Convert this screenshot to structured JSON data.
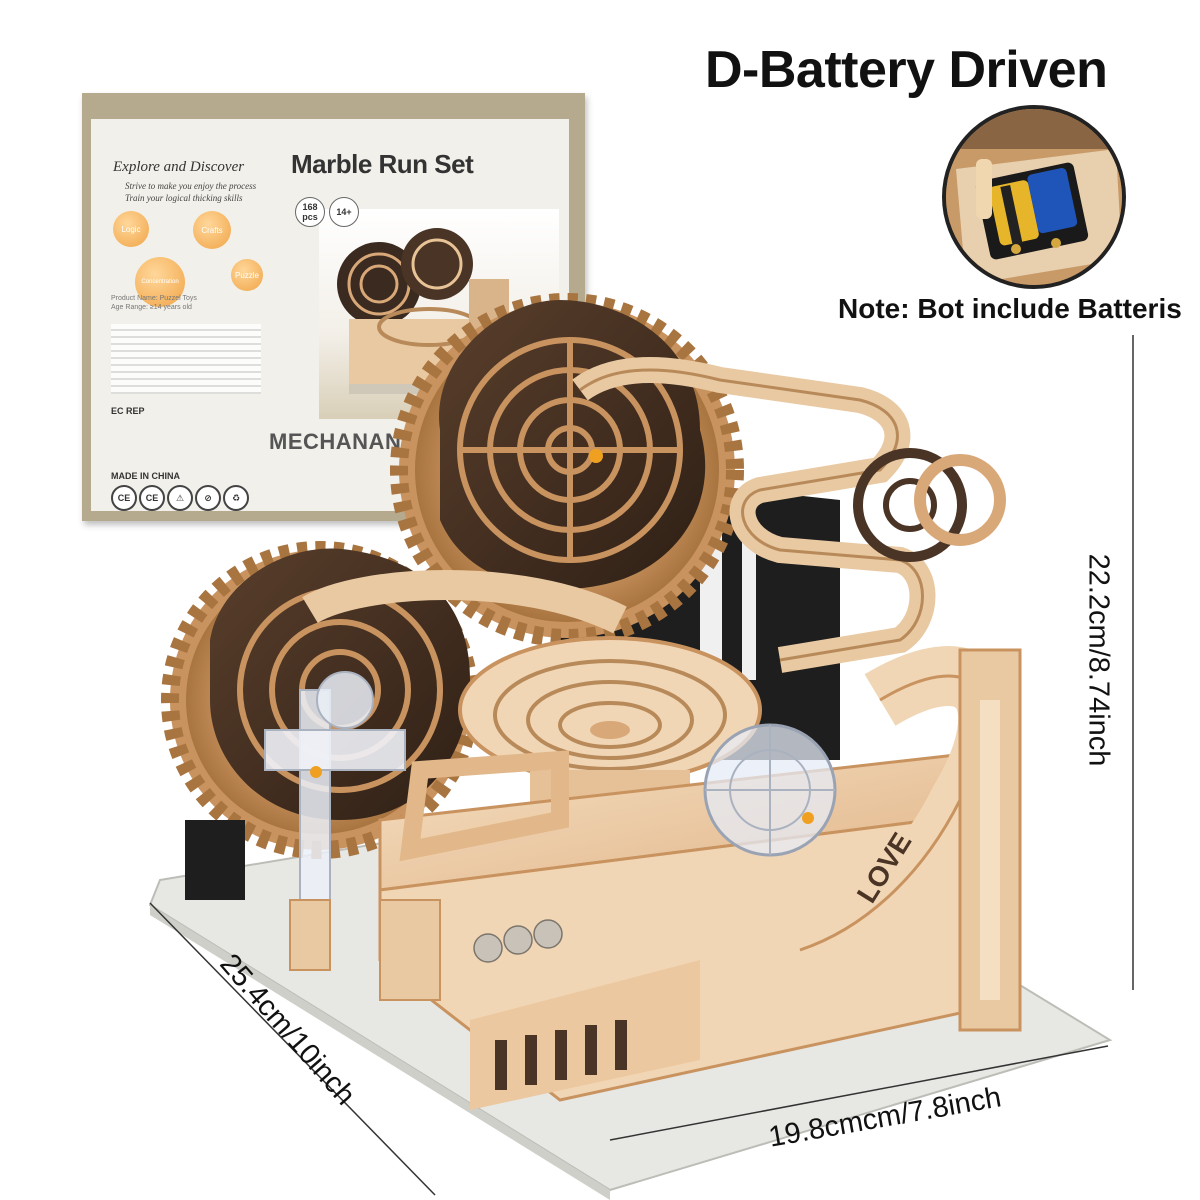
{
  "header": {
    "headline": "D-Battery Driven",
    "note": "Note: Bot include Batteris"
  },
  "box": {
    "explore": "Explore and Discover",
    "tagline1": "Strive to make you enjoy the process",
    "tagline2": "Train your logical thicking skills",
    "bubbles": [
      "Logic",
      "Crafts",
      "Concentration",
      "Puzzle"
    ],
    "title": "Marble Run Set",
    "badge_pcs": "168 pcs",
    "badge_age": "14+",
    "info_line1": "Product Name: Puzzel Toys",
    "info_line2": "Age Range: ≥14 years old",
    "ec": "EC  REP",
    "made_in": "MADE IN CHINA",
    "cert1": "CE",
    "cert2": "⚠",
    "cert3": "⊘",
    "cert4": "♻",
    "mech": "MECHANANIC"
  },
  "model": {
    "love_text": "LOVE"
  },
  "dimensions": {
    "height": "22.2cm/8.74inch",
    "depth": "25.4cm/10inch",
    "width": "19.8cmcm/7.8inch"
  },
  "colors": {
    "wood_light": "#f1d6b5",
    "wood_mid": "#d9a879",
    "wood_dark": "#4a3426",
    "base": "#e7e7e4"
  }
}
